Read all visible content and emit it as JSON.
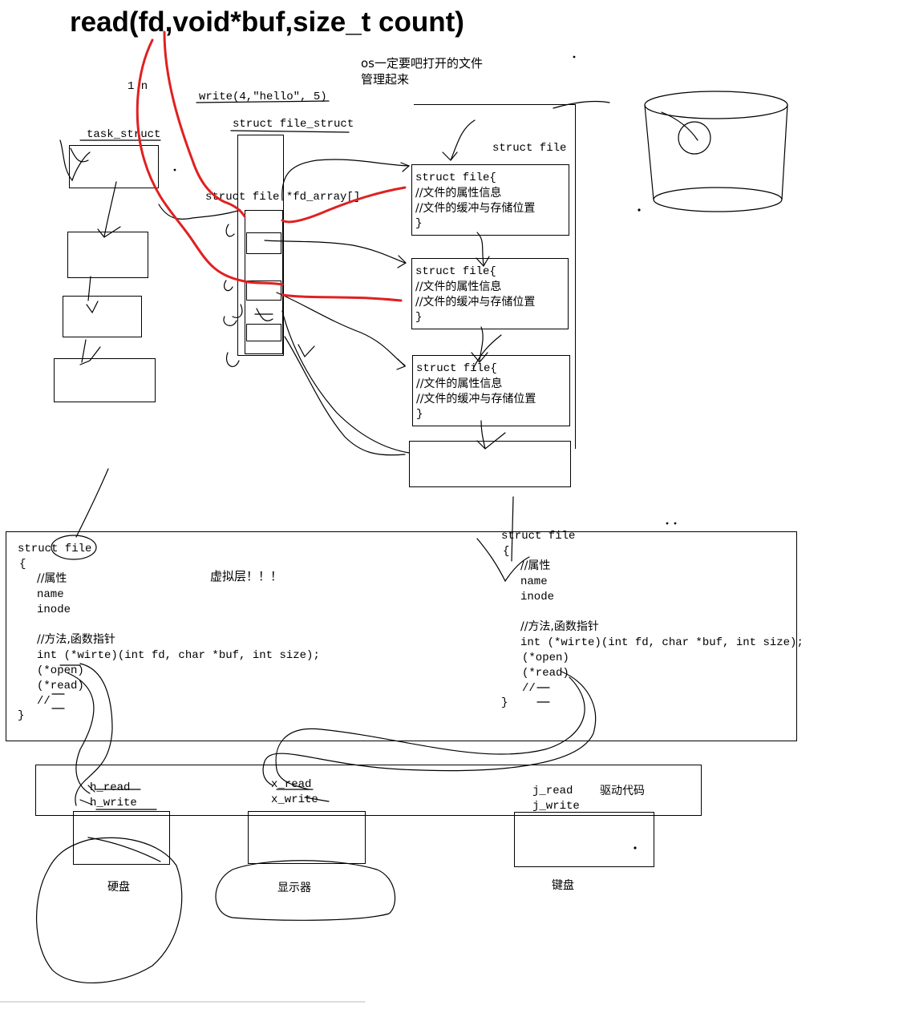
{
  "title": "read(fd,void*buf,size_t count)",
  "os_note": [
    "os一定要吧打开的文件",
    "管理起来"
  ],
  "one_to_n": "1 n",
  "write_call": "write(4,\"hello\", 5)",
  "file_struct_label": "struct file_struct",
  "task_struct_label": "task_struct",
  "fd_array_label": "struct file *fd_array[]",
  "struct_file_heading": "struct file",
  "struct_file_boxes": [
    {
      "l1": "struct file{",
      "l2": "//文件的属性信息",
      "l3": "//文件的缓冲与存储位置",
      "l4": "}"
    },
    {
      "l1": "struct file{",
      "l2": "//文件的属性信息",
      "l3": "//文件的缓冲与存储位置",
      "l4": "}"
    },
    {
      "l1": "struct file{",
      "l2": "//文件的属性信息",
      "l3": "//文件的缓冲与存储位置",
      "l4": "}"
    }
  ],
  "virtual_layer_label": "虚拟层！！！",
  "left_code": {
    "name": "struct file",
    "open_brace": "{",
    "attr": "//属性",
    "f1": "name",
    "f2": "inode",
    "method": "//方法,函数指针",
    "write": "int (*wirte)(int fd, char *buf, int size);",
    "open": "(*open)",
    "read": "(*read)",
    "comment": "//",
    "close_brace": "}"
  },
  "right_code": {
    "name": "struct file",
    "open_brace": "{",
    "attr": "//属性",
    "f1": "name",
    "f2": "inode",
    "method": "//方法,函数指针",
    "write": "int (*wirte)(int fd, char *buf, int size);",
    "open": "(*open)",
    "read": "(*read)",
    "comment": "//",
    "close_brace": "}"
  },
  "drivers": {
    "h_read": "h_read",
    "h_write": "h_write",
    "x_read": "x_read",
    "x_write": "x_write",
    "j_read": "j_read",
    "j_write": "j_write",
    "label": "驱动代码"
  },
  "devices": {
    "disk": "硬盘",
    "display": "显示器",
    "keyboard": "键盘"
  },
  "colors": {
    "ink": "#000000",
    "red": "#e02020"
  }
}
